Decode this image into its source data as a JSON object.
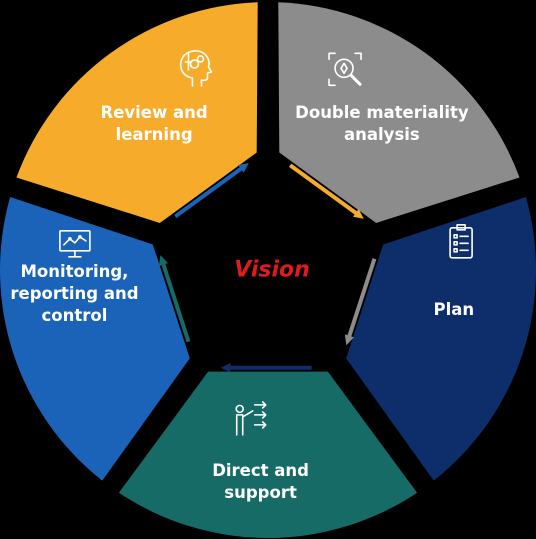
{
  "center": {
    "title": "Vision"
  },
  "segments": [
    {
      "id": "review",
      "label_lines": [
        "Review and",
        "learning"
      ],
      "color": "#F6AC2A",
      "icon": "head-gears-icon"
    },
    {
      "id": "materiality",
      "label_lines": [
        "Double materiality",
        "analysis"
      ],
      "color": "#8C8C8C",
      "icon": "magnifier-target-icon"
    },
    {
      "id": "plan",
      "label_lines": [
        "Plan"
      ],
      "color": "#0E2E6B",
      "icon": "checklist-icon"
    },
    {
      "id": "direct",
      "label_lines": [
        "Direct and",
        "support"
      ],
      "color": "#176B66",
      "icon": "presenter-arrows-icon"
    },
    {
      "id": "monitoring",
      "label_lines": [
        "Monitoring,",
        "reporting and",
        "control"
      ],
      "color": "#1B63B8",
      "icon": "monitor-chart-icon"
    }
  ],
  "arrows": [
    {
      "from": "review",
      "to": "materiality",
      "color": "#F6AC2A"
    },
    {
      "from": "materiality",
      "to": "plan",
      "color": "#8C8C8C"
    },
    {
      "from": "plan",
      "to": "direct",
      "color": "#0E2E6B"
    },
    {
      "from": "direct",
      "to": "monitoring",
      "color": "#176B66"
    },
    {
      "from": "monitoring",
      "to": "review",
      "color": "#1B63B8"
    }
  ]
}
